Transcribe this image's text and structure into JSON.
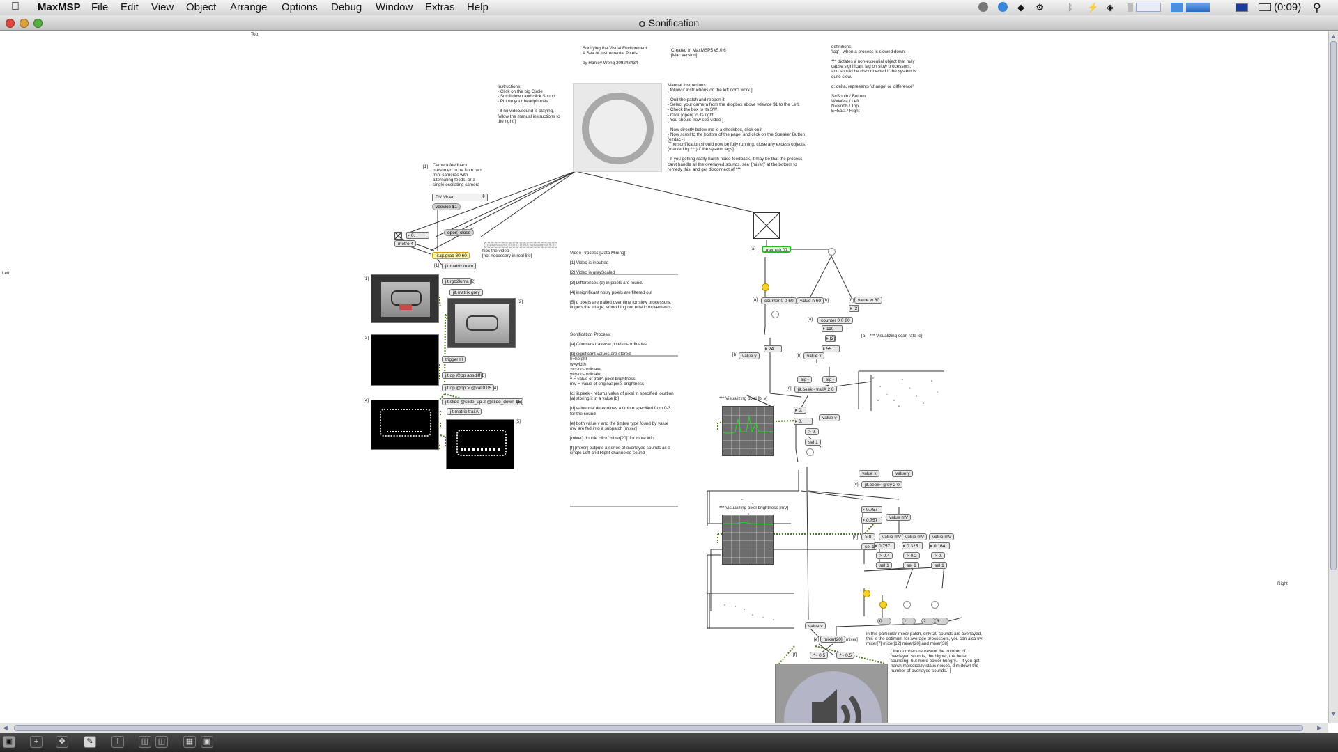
{
  "menubar": {
    "app_name": "MaxMSP",
    "items": [
      "File",
      "Edit",
      "View",
      "Object",
      "Arrange",
      "Options",
      "Debug",
      "Window",
      "Extras",
      "Help"
    ],
    "battery": "(0:09)"
  },
  "window": {
    "title": "Sonification"
  },
  "canvas": {
    "edge_labels": {
      "top": "Top",
      "left": "Left",
      "right": "Right"
    },
    "header": {
      "title": "Sonifying the Visual Environment:\nA Sea of Instrumental Pixels\n\nby Hanley Weng 309248434",
      "created": "Created in MaxMSP5 v5.0.6\n[Mac version]",
      "definitions": "definitions:\n'lag' - when a process is slowed down.\n\n*** dictates a non-essential object that may\ncause significant lag on slow processors,\nand should be disconnected if the system is\nquite slow.\n\nd: delta, represents 'change' or 'difference'\n\nS=South / Bottom\nW=West / Left\nN=North / Top\nE=East / Right"
    },
    "instructions": "Instructions:\n- Click on the big Circle\n- Scroll down and click Sound\n- Put on your headphones\n\n[ if no video/sound is playing,\nfollow the manual instructions to\nthe right ]",
    "manual_instructions": "Manual Instructions:\n[ follow if Instructions on the left don't work ]\n\n- Quit the patch and reopen it.\n- Select your camera from the dropbox above vdevice $1 to the Left.\n- Check the box to its SW\n- Click [open] to its right.\n[ You should now see video ]\n\n- Now directly below me is a checkbox, click on it\n- Now scroll to the bottom of the page, and click on the Speaker Button\n(ezdac~)\n[The sonification should now be fully running, close any excess objects,\n(marked by ***) if the system lags].\n\n- if you getting really harsh noise feedback, it may be that the process\ncan't handle all the overlayed sounds, see '[mixer]' at the bottom to\nremedy this, and get disconnect of ***",
    "camera_note": "Camera feedback\npresumed to be from two\nmini cameras with\nalternating feeds, or a\nsingle oscilating camera",
    "flip_note": "flips the video\n[not necessary in real life]",
    "video_process": "Video Process [Data Mining]:\n\n[1] Video is inputted\n\n[2] Video is grayScaled\n\n[3] Differences (d) in pixels are found.\n\n[4] insignificant noisy pixels are filtered out\n\n[5] d pixels are trailed over time for slow processors,\nlingers the image, smoothing out erratic movements.",
    "sonification_process": "Sonification Process:\n\n[a] Counters traverse pixel co-ordinates.\n\n[b] significant values are stored:\nh=height\nw=width\nx=x-co-ordinate\ny=y-co-ordinate\nv = value of trailA pixel brightness\nmV = value of original pixel brightness\n\n[c] jit.peek~ returns value of pixel in specified location\n[a] storing it in a value [b]\n\n[d] value mV determines a timbre specified from 0-3\nfor the sound\n\n[e] both value v and the timbre type found by value\nmV are fed into a subpatch [mixer]\n\n[mixer] double click 'mixer[20]' for more info\n\n[f] [mixer] outputs a series of overlayed sounds as a\nsingle Left and Right channeled sound",
    "mixer_note": "in this particular mixer patch, only 20 sounds are overlayed,\nthis is the optimum for average processors, you can also try:\nmixer[7] mixer[12] mixer[20] and mixer[38]",
    "mixer_note2": "[ the numbers represent the number of\noverlayed sounds, the higher, the better\nsounding, but more power hungry.. [ if you get\nharsh melodically static noises, dim down the\nnumber of overlayed sounds.] ]",
    "vis_scan": "*** Visualizing scan rate [e]",
    "vis_pixel": "*** Visualizing pixel [b, v]",
    "vis_brightness": "*** Visualizing pixel brightness [mV]",
    "labels": {
      "l1": "[1]",
      "l2": "[2]",
      "l3": "[3]",
      "l4": "[4]",
      "l5": "[5]",
      "la": "[a]",
      "lb": "[b]",
      "lc": "[c]",
      "ld": "[d]",
      "le": "[e]",
      "lf": "[f]",
      "cam1": "[1]",
      "vid1": "[1]",
      "vid2": "[2]",
      "vid3": "[3]",
      "vid4": "[4]",
      "vid5": "[5]"
    },
    "objects": {
      "dvvideo": "DV Video",
      "vdevice": "vdevice $1",
      "open": "open",
      "close": "close",
      "gray_msg": "getvdevlist, 0.0 0.0 80, vdevinput $ 1",
      "metro4": "metro 4",
      "num0": "0.",
      "qtgrab": "jit.qt.grab 80 60",
      "matrix_main": "jit.matrix main",
      "rgb2luma": "jit.rgb2luma",
      "matrix_grey": "jit.matrix grey",
      "trigger": "trigger l l",
      "op_absdiff": "jit.op @op absdiff",
      "op_gt": "jit.op @op > @val 0.05",
      "slide": "jit.slide @slide_up 2 @slide_down 15",
      "matrix_trailA": "jit.matrix trailA",
      "metro007": "metro 0.07",
      "counter060": "counter 0 0 60",
      "value_h": "value h 60",
      "value_w": "value w 80",
      "counter080": "counter 0 0 80",
      "num_110": "110",
      "num_55": "55",
      "num_24": "24",
      "value_y": "value y",
      "value_x": "value x",
      "sig1": "sig~",
      "sig2": "sig~",
      "peek_trailA": "jit.peek~ trailA 2 0",
      "num_v": "0.",
      "value_v": "value v",
      "num_v2": "0.",
      "gt0": "> 0.",
      "sel1": "sel 1",
      "value_x2": "value x",
      "value_y2": "value y",
      "peek_grey": "jit.peek~ grey 2 0",
      "num_757": "0.757",
      "num_757b": "0.757",
      "value_mV": "value mV",
      "gt0b": "> 0.",
      "sel1b": "sel 1",
      "value_mV2": "value mV",
      "value_mV3": "value mV",
      "value_mV4": "value mV",
      "num_0757": "0.757",
      "num_0325": "0.325",
      "num_0164": "0.164",
      "gt04": "> 0.4",
      "gt02": "> 0.2",
      "gt0c": "> 0.",
      "sel1c": "sel 1",
      "sel1d": "sel 1",
      "sel1e": "sel 1",
      "value_v2": "value v",
      "mixer": "mixer[20]",
      "mixer_label": "[mixer]",
      "mult05a": "*~ 0.5",
      "mult05b": "*~ 0.5",
      "nm0": "0",
      "nm1": "1",
      "nm2": "2",
      "nm3": "3"
    }
  },
  "toolbar": {
    "buttons": [
      "lock",
      "new-object",
      "fit",
      "edit",
      "inspector",
      "paste-from-clipboard",
      "paste-replace",
      "grid",
      "snap"
    ]
  },
  "colors": {
    "selection_green": "#20c020",
    "bang_yellow": "#f2d22a",
    "cord_green_dotted": "#4a7a1a"
  }
}
